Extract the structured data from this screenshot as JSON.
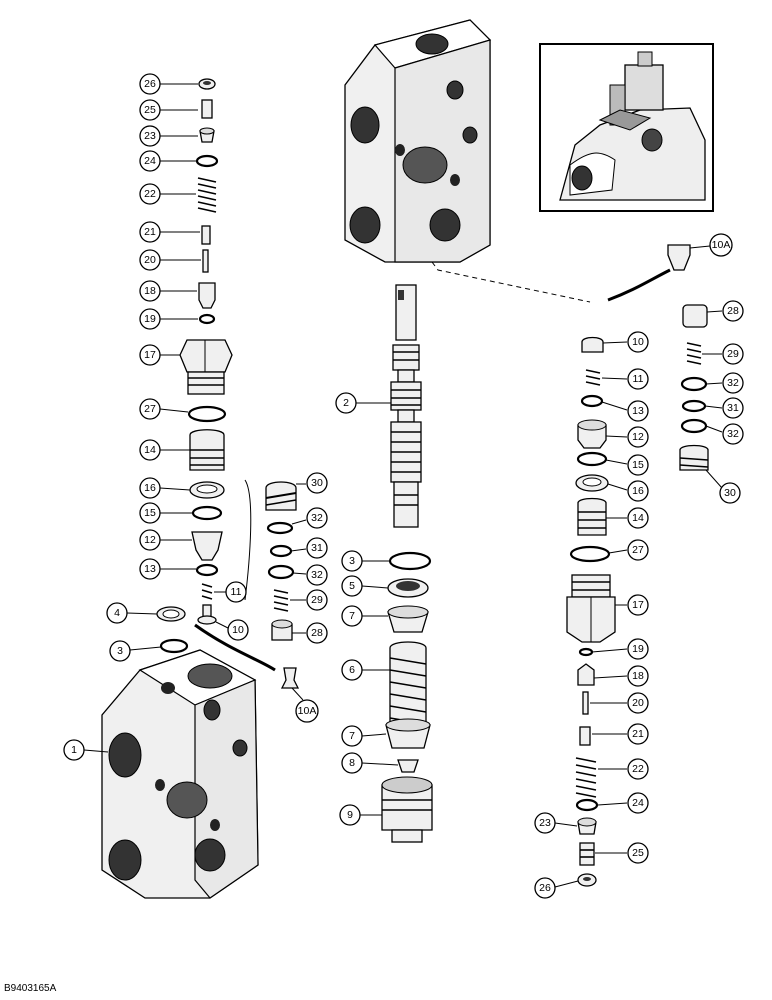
{
  "figure_id": "B9403165A",
  "left_column_labels": [
    "26",
    "25",
    "23",
    "24",
    "22",
    "21",
    "20",
    "18",
    "19",
    "17",
    "27",
    "14",
    "16",
    "15",
    "12",
    "13",
    "11",
    "10",
    "4",
    "3",
    "1",
    "30",
    "32",
    "31",
    "32",
    "29",
    "28",
    "10A"
  ],
  "center_column_labels": [
    "2",
    "3",
    "5",
    "7",
    "6",
    "7",
    "8",
    "9"
  ],
  "right_column_labels": [
    "10A",
    "28",
    "29",
    "32",
    "31",
    "32",
    "30",
    "10",
    "11",
    "13",
    "12",
    "15",
    "16",
    "14",
    "27",
    "17",
    "19",
    "18",
    "20",
    "21",
    "22",
    "24",
    "23",
    "25",
    "26"
  ]
}
